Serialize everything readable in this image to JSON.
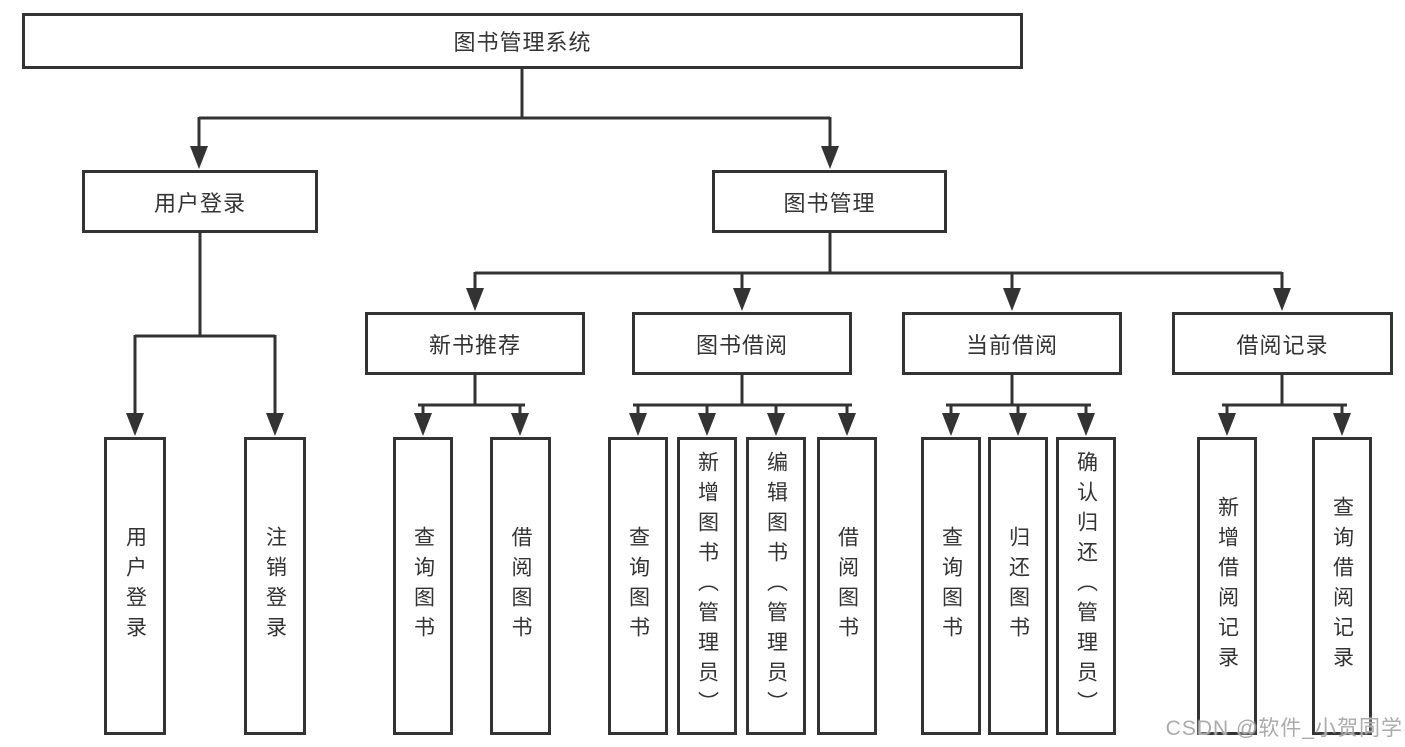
{
  "tree": {
    "label": "图书管理系统",
    "children": [
      {
        "label": "用户登录",
        "children": [
          {
            "label": "用户登录"
          },
          {
            "label": "注销登录"
          }
        ]
      },
      {
        "label": "图书管理",
        "children": [
          {
            "label": "新书推荐",
            "children": [
              {
                "label": "查询图书"
              },
              {
                "label": "借阅图书"
              }
            ]
          },
          {
            "label": "图书借阅",
            "children": [
              {
                "label": "查询图书"
              },
              {
                "label": "新增图书（管理员）"
              },
              {
                "label": "编辑图书（管理员）"
              },
              {
                "label": "借阅图书"
              }
            ]
          },
          {
            "label": "当前借阅",
            "children": [
              {
                "label": "查询图书"
              },
              {
                "label": "归还图书"
              },
              {
                "label": "确认归还（管理员）"
              }
            ]
          },
          {
            "label": "借阅记录",
            "children": [
              {
                "label": "新增借阅记录"
              },
              {
                "label": "查询借阅记录"
              }
            ]
          }
        ]
      }
    ]
  },
  "watermark": {
    "text": "CSDN @软件_小贺同学"
  },
  "colors": {
    "line": "#333333",
    "text": "#333333",
    "background": "#ffffff",
    "watermark": "#ababab"
  }
}
